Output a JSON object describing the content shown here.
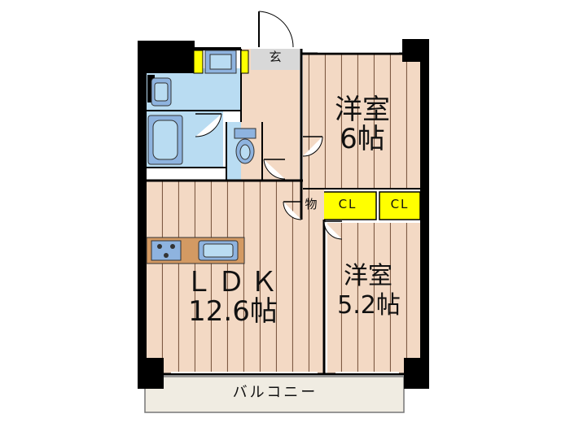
{
  "rooms": {
    "genkan": {
      "label": "玄"
    },
    "western1": {
      "name": "洋室",
      "size": "6帖"
    },
    "storage": {
      "label": "物"
    },
    "closet1": {
      "label": "CL"
    },
    "closet2": {
      "label": "CL"
    },
    "ldk": {
      "name": "ＬＤＫ",
      "size": "12.6帖"
    },
    "western2": {
      "name": "洋室",
      "size": "5.2帖"
    },
    "balcony": {
      "label": "バルコニー"
    }
  },
  "colors": {
    "floor": "#f3d9c4",
    "floor_stripe": "#7d5a43",
    "wet_area": "#b9dcf2",
    "fixture_blue": "#8eb3df",
    "closet_yellow": "#ffff00",
    "wall": "#000000",
    "counter": "#d39a63",
    "balcony": "#f0ece2",
    "entry": "#d8d8d8"
  }
}
